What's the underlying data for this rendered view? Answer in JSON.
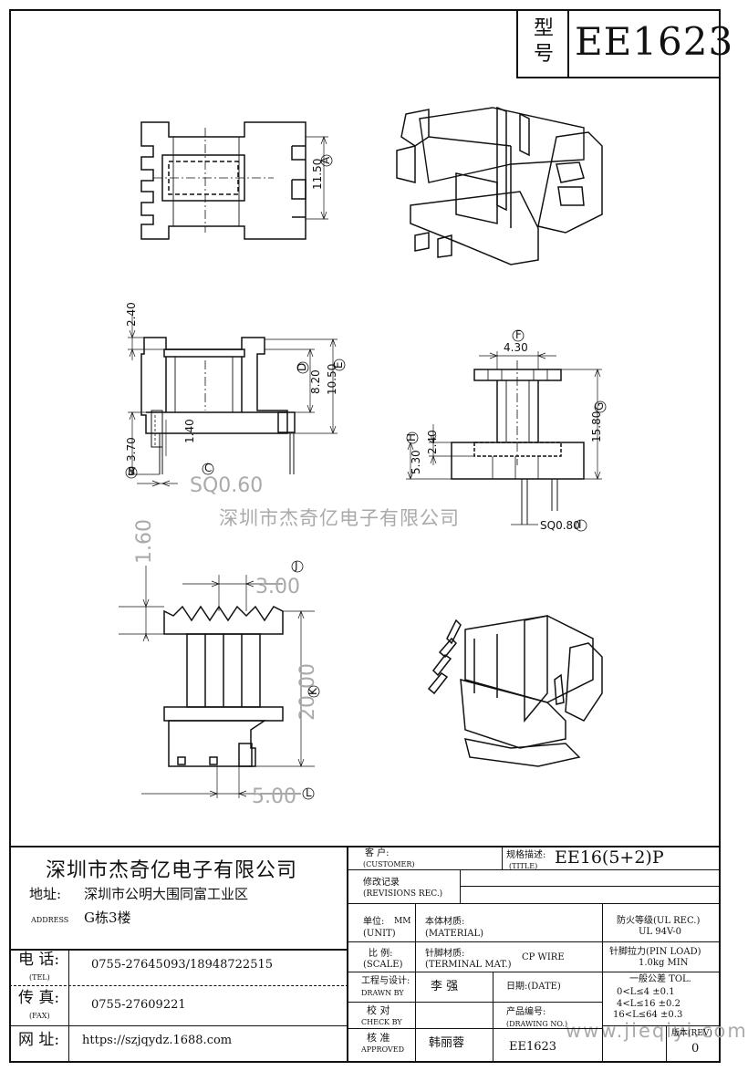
{
  "model_box": {
    "label_char1": "型",
    "label_char2": "号",
    "model": "EE1623"
  },
  "dimensions": {
    "top_view": {
      "height": "11.50",
      "tag": "A"
    },
    "front_view": {
      "top": "2.40",
      "inner": "8.20",
      "inner_tag": "D",
      "outer": "10.50",
      "outer_tag": "E",
      "pin_offset": "1.40",
      "pin_len": "3.70",
      "pin_len_tag": "B",
      "pin_sq": "SQ0.60",
      "pin_sq_tag": "C"
    },
    "side_view": {
      "width": "4.30",
      "width_tag": "F",
      "height": "15.80",
      "height_tag": "G",
      "flange": "2.40",
      "flange_tag": "H",
      "base": "5.30",
      "pin_sq": "SQ0.80",
      "pin_sq_tag": "I"
    },
    "bottom_view": {
      "top": "1.60",
      "pitch": "3.00",
      "pitch_tag": "J",
      "length": "20.00",
      "length_tag": "K",
      "pin": "5.00",
      "pin_tag": "L"
    }
  },
  "watermark_company": "深圳市杰奇亿电子有限公司",
  "watermark_site": "www.jieqiyi.com",
  "title_block": {
    "company": "深圳市杰奇亿电子有限公司",
    "address_label": "地址:",
    "address_label_en": "ADDRESS",
    "address_line1": "深圳市公明大围同富工业区",
    "address_line2": "G栋3楼",
    "tel_label": "电 话:",
    "tel_label_en": "(TEL)",
    "tel_value": "0755-27645093/18948722515",
    "fax_label": "传 真:",
    "fax_label_en": "(FAX)",
    "fax_value": "0755-27609221",
    "web_label": "网  址:",
    "web_value": "https://szjqydz.1688.com",
    "customer_label": "客    户:",
    "customer_label_en": "(CUSTOMER)",
    "title_label": "规格描述:",
    "title_label_en": "(TITLE)",
    "title_value": "EE16(5+2)P",
    "revisions_label": "修改记录",
    "revisions_label_en": "(REVISIONS REC.)",
    "unit_label": "单位:",
    "unit_value": "MM",
    "unit_label_en": "(UNIT)",
    "material_label": "本体材质:",
    "material_label_en": "(MATERIAL)",
    "ul_label": "防火等级(UL REC.)",
    "ul_value": "UL 94V-0",
    "scale_label": "比 例:",
    "scale_label_en": "(SCALE)",
    "terminal_label": "针脚材质:",
    "terminal_label_en": "(TERMINAL MAT.)",
    "terminal_value": "CP WIRE",
    "pinload_label": "针脚拉力(PIN LOAD)",
    "pinload_value": "1.0kg MIN",
    "drawn_label": "工程与设计:",
    "drawn_label_en": "DRAWN BY",
    "drawn_value": "李 强",
    "date_label": "日期:(DATE)",
    "tol_label": "一般公差 TOL.",
    "tol_rows": [
      "0<L≤4  ±0.1",
      "4<L≤16 ±0.2",
      "16<L≤64 ±0.3"
    ],
    "check_label": "校 对",
    "check_label_en": "CHECK BY",
    "part_label": "产品编号:",
    "part_label_en": "(DRAWING NO.)",
    "part_value": "EE1623",
    "approved_label": "核 准",
    "approved_label_en": "APPROVED",
    "approved_value": "韩丽蓉",
    "rev_label": "版本(REV)",
    "rev_value": "0"
  }
}
